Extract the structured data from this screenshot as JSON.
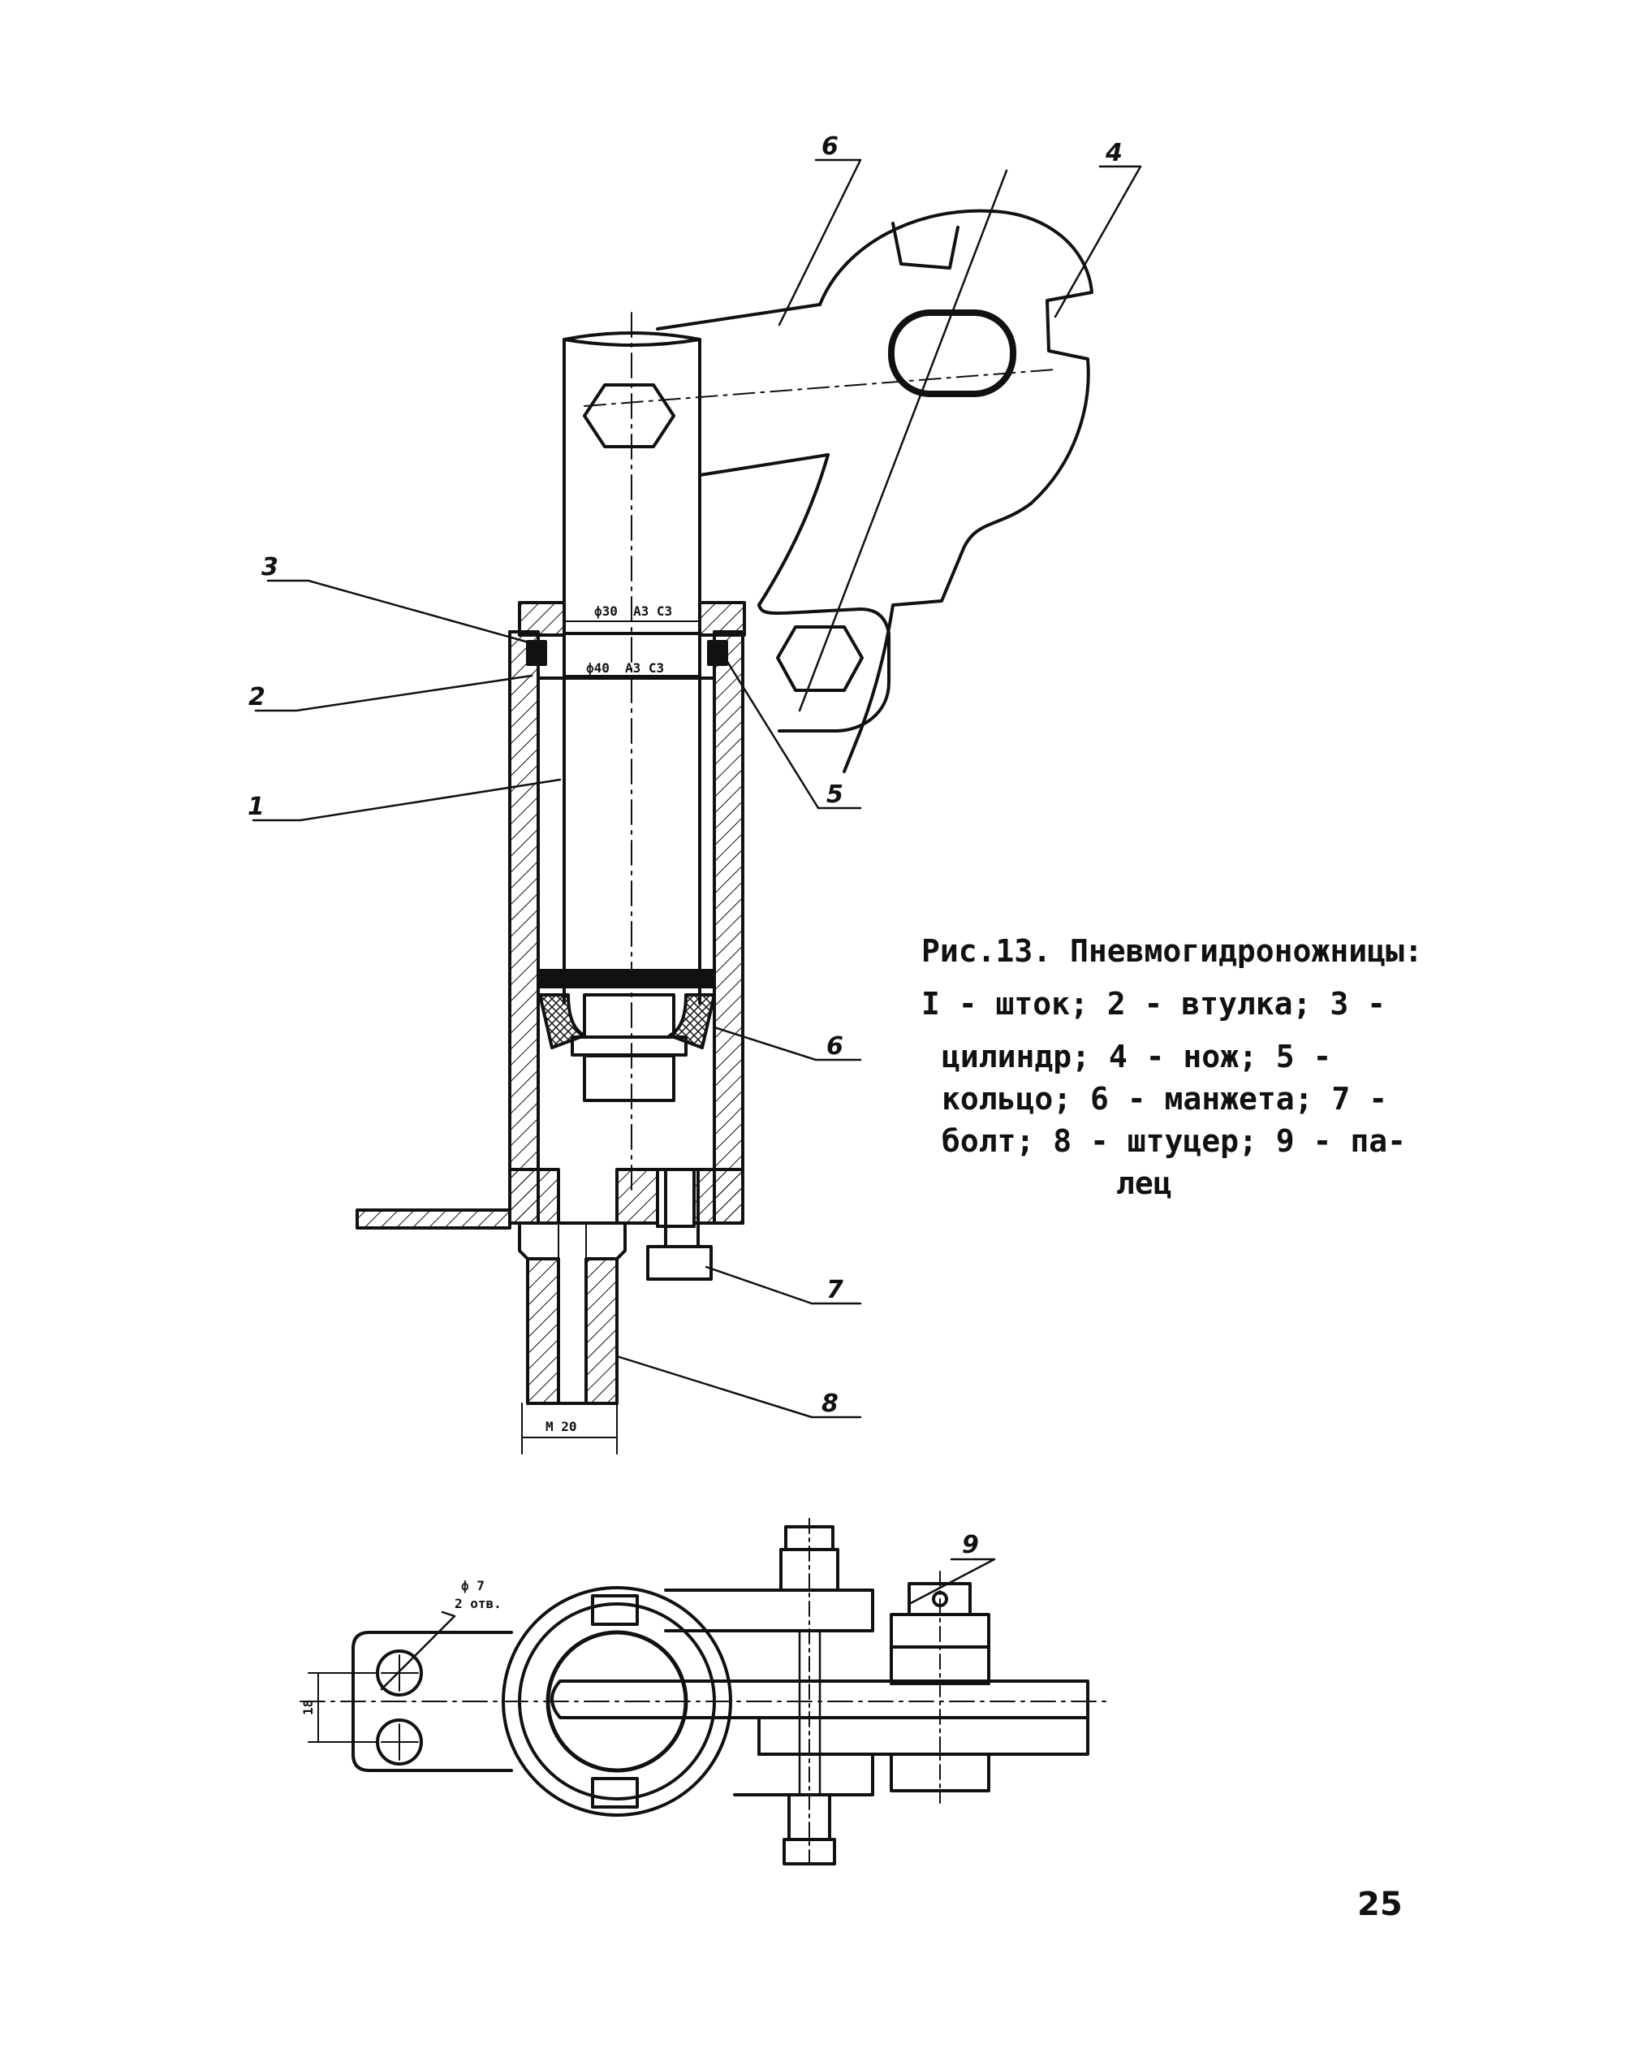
{
  "figure": {
    "caption_title": "Рис.13. Пневмогидроножницы:",
    "caption_lines": [
      "I - шток; 2 - втулка; 3 -",
      "цилиндр; 4 - нож;  5 -",
      "кольцо; 6 - манжета; 7 -",
      "болт; 8 - штуцер; 9 - па-",
      "лец"
    ]
  },
  "callouts": {
    "c1": "1",
    "c2": "2",
    "c3": "3",
    "c4": "4",
    "c5": "5",
    "c6a": "6",
    "c6b": "6",
    "c7": "7",
    "c8": "8",
    "c9": "9"
  },
  "dimensions": {
    "d30": "ф30",
    "d30_fit": "А3 С3",
    "d40": "ф40",
    "d40_fit": "А3 С3",
    "thread": "М 20",
    "hole": "ф 7",
    "hole_count": "2 отв.",
    "spacing": "18"
  },
  "page": {
    "number": "25"
  }
}
